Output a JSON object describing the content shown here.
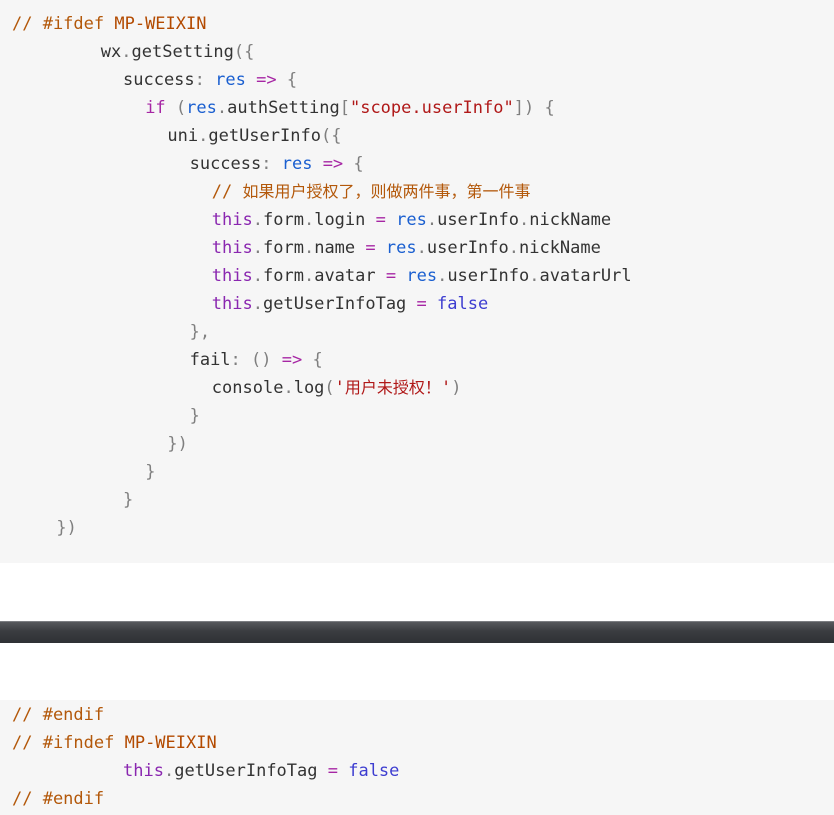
{
  "block1": [
    {
      "indent": 0,
      "tokens": [
        {
          "t": "// #ifdef ",
          "k": "c"
        },
        {
          "t": "MP-WEIXIN",
          "k": "m"
        }
      ]
    },
    {
      "indent": 8,
      "tokens": [
        {
          "t": "wx",
          "k": "p"
        },
        {
          "t": ".",
          "k": "pu"
        },
        {
          "t": "getSetting",
          "k": "p"
        },
        {
          "t": "({",
          "k": "pu"
        }
      ]
    },
    {
      "indent": 10,
      "tokens": [
        {
          "t": "success",
          "k": "p"
        },
        {
          "t": ": ",
          "k": "pu"
        },
        {
          "t": "res",
          "k": "v"
        },
        {
          "t": " => ",
          "k": "o"
        },
        {
          "t": "{",
          "k": "pu"
        }
      ]
    },
    {
      "indent": 12,
      "tokens": [
        {
          "t": "if",
          "k": "k"
        },
        {
          "t": " (",
          "k": "pu"
        },
        {
          "t": "res",
          "k": "v"
        },
        {
          "t": ".",
          "k": "pu"
        },
        {
          "t": "authSetting",
          "k": "p"
        },
        {
          "t": "[",
          "k": "pu"
        },
        {
          "t": "\"scope.userInfo\"",
          "k": "s"
        },
        {
          "t": "]) {",
          "k": "pu"
        }
      ]
    },
    {
      "indent": 14,
      "tokens": [
        {
          "t": "uni",
          "k": "p"
        },
        {
          "t": ".",
          "k": "pu"
        },
        {
          "t": "getUserInfo",
          "k": "p"
        },
        {
          "t": "({",
          "k": "pu"
        }
      ]
    },
    {
      "indent": 16,
      "tokens": [
        {
          "t": "success",
          "k": "p"
        },
        {
          "t": ": ",
          "k": "pu"
        },
        {
          "t": "res",
          "k": "v"
        },
        {
          "t": " => ",
          "k": "o"
        },
        {
          "t": "{",
          "k": "pu"
        }
      ]
    },
    {
      "indent": 18,
      "tokens": [
        {
          "t": "// ",
          "k": "c"
        },
        {
          "t": "如果用户授权了，则做两件事，第一件事",
          "k": "cn"
        }
      ]
    },
    {
      "indent": 18,
      "tokens": [
        {
          "t": "this",
          "k": "t"
        },
        {
          "t": ".",
          "k": "pu"
        },
        {
          "t": "form",
          "k": "p"
        },
        {
          "t": ".",
          "k": "pu"
        },
        {
          "t": "login",
          "k": "p"
        },
        {
          "t": " = ",
          "k": "o"
        },
        {
          "t": "res",
          "k": "v"
        },
        {
          "t": ".",
          "k": "pu"
        },
        {
          "t": "userInfo",
          "k": "p"
        },
        {
          "t": ".",
          "k": "pu"
        },
        {
          "t": "nickName",
          "k": "p"
        }
      ]
    },
    {
      "indent": 18,
      "tokens": [
        {
          "t": "this",
          "k": "t"
        },
        {
          "t": ".",
          "k": "pu"
        },
        {
          "t": "form",
          "k": "p"
        },
        {
          "t": ".",
          "k": "pu"
        },
        {
          "t": "name",
          "k": "p"
        },
        {
          "t": " = ",
          "k": "o"
        },
        {
          "t": "res",
          "k": "v"
        },
        {
          "t": ".",
          "k": "pu"
        },
        {
          "t": "userInfo",
          "k": "p"
        },
        {
          "t": ".",
          "k": "pu"
        },
        {
          "t": "nickName",
          "k": "p"
        }
      ]
    },
    {
      "indent": 18,
      "tokens": [
        {
          "t": "this",
          "k": "t"
        },
        {
          "t": ".",
          "k": "pu"
        },
        {
          "t": "form",
          "k": "p"
        },
        {
          "t": ".",
          "k": "pu"
        },
        {
          "t": "avatar",
          "k": "p"
        },
        {
          "t": " = ",
          "k": "o"
        },
        {
          "t": "res",
          "k": "v"
        },
        {
          "t": ".",
          "k": "pu"
        },
        {
          "t": "userInfo",
          "k": "p"
        },
        {
          "t": ".",
          "k": "pu"
        },
        {
          "t": "avatarUrl",
          "k": "p"
        }
      ]
    },
    {
      "indent": 18,
      "tokens": [
        {
          "t": "this",
          "k": "t"
        },
        {
          "t": ".",
          "k": "pu"
        },
        {
          "t": "getUserInfoTag",
          "k": "p"
        },
        {
          "t": " = ",
          "k": "o"
        },
        {
          "t": "false",
          "k": "b"
        }
      ]
    },
    {
      "indent": 16,
      "tokens": [
        {
          "t": "},",
          "k": "pu"
        }
      ]
    },
    {
      "indent": 16,
      "tokens": [
        {
          "t": "fail",
          "k": "p"
        },
        {
          "t": ": ",
          "k": "pu"
        },
        {
          "t": "()",
          "k": "pu"
        },
        {
          "t": " => ",
          "k": "o"
        },
        {
          "t": "{",
          "k": "pu"
        }
      ]
    },
    {
      "indent": 18,
      "tokens": [
        {
          "t": "console",
          "k": "p"
        },
        {
          "t": ".",
          "k": "pu"
        },
        {
          "t": "log",
          "k": "p"
        },
        {
          "t": "(",
          "k": "pu"
        },
        {
          "t": "'",
          "k": "s"
        },
        {
          "t": "用户未授权！",
          "k": "sz"
        },
        {
          "t": "'",
          "k": "s"
        },
        {
          "t": ")",
          "k": "pu"
        }
      ]
    },
    {
      "indent": 16,
      "tokens": [
        {
          "t": "}",
          "k": "pu"
        }
      ]
    },
    {
      "indent": 14,
      "tokens": [
        {
          "t": "})",
          "k": "pu"
        }
      ]
    },
    {
      "indent": 12,
      "tokens": [
        {
          "t": "}",
          "k": "pu"
        }
      ]
    },
    {
      "indent": 10,
      "tokens": [
        {
          "t": "}",
          "k": "pu"
        }
      ]
    },
    {
      "indent": 4,
      "tokens": [
        {
          "t": "})",
          "k": "pu"
        }
      ]
    }
  ],
  "block2": [
    {
      "indent": 0,
      "tokens": [
        {
          "t": "// #endif",
          "k": "c"
        }
      ]
    },
    {
      "indent": 0,
      "tokens": [
        {
          "t": "// #ifndef ",
          "k": "c"
        },
        {
          "t": "MP-WEIXIN",
          "k": "m"
        }
      ]
    },
    {
      "indent": 10,
      "tokens": [
        {
          "t": "this",
          "k": "t"
        },
        {
          "t": ".",
          "k": "pu"
        },
        {
          "t": "getUserInfoTag",
          "k": "p"
        },
        {
          "t": " = ",
          "k": "o"
        },
        {
          "t": "false",
          "k": "b"
        }
      ]
    },
    {
      "indent": 0,
      "tokens": [
        {
          "t": "// #endif",
          "k": "c"
        }
      ]
    }
  ]
}
